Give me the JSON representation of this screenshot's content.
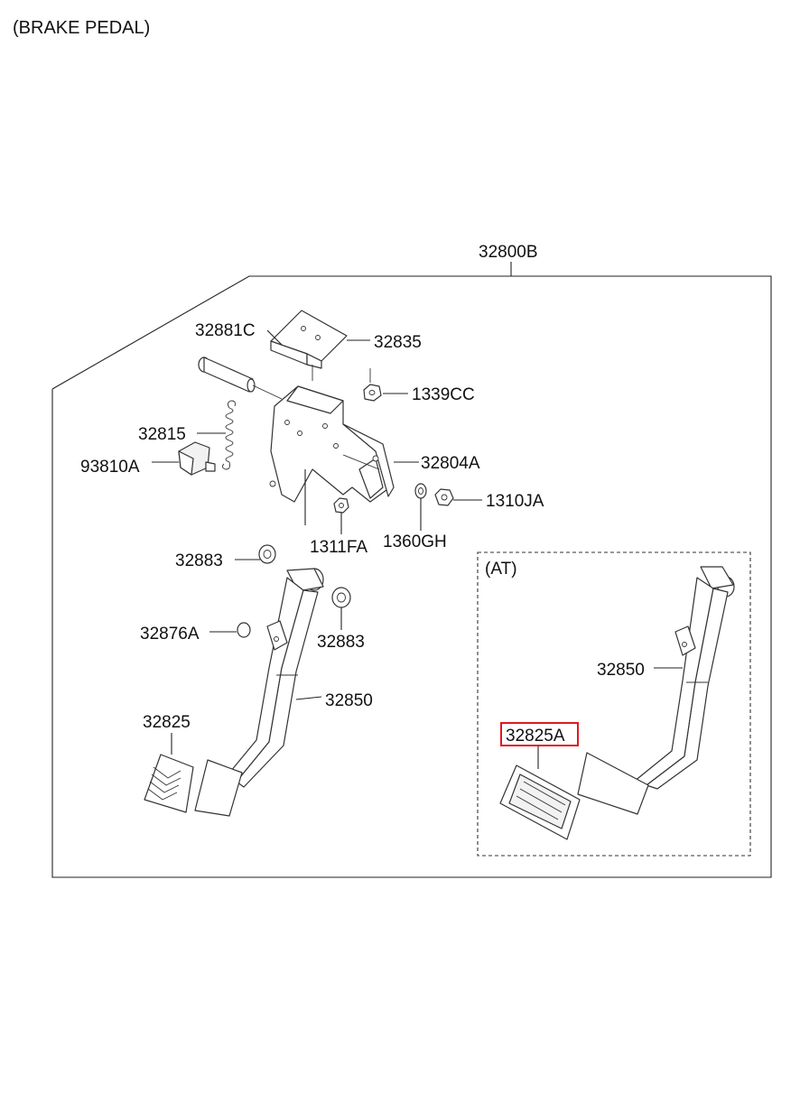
{
  "title": "(BRAKE PEDAL)",
  "assembly_label": "32800B",
  "at_box_label": "(AT)",
  "highlight_color": "#e0191f",
  "labels": {
    "p32881C": "32881C",
    "p32835": "32835",
    "p1339CC": "1339CC",
    "p32815": "32815",
    "p93810A": "93810A",
    "p32804A": "32804A",
    "p1310JA": "1310JA",
    "p1360GH": "1360GH",
    "p1311FA": "1311FA",
    "p32883_top": "32883",
    "p32883_bottom": "32883",
    "p32876A": "32876A",
    "p32850_main": "32850",
    "p32825": "32825",
    "p32850_at": "32850",
    "p32825A": "32825A"
  }
}
